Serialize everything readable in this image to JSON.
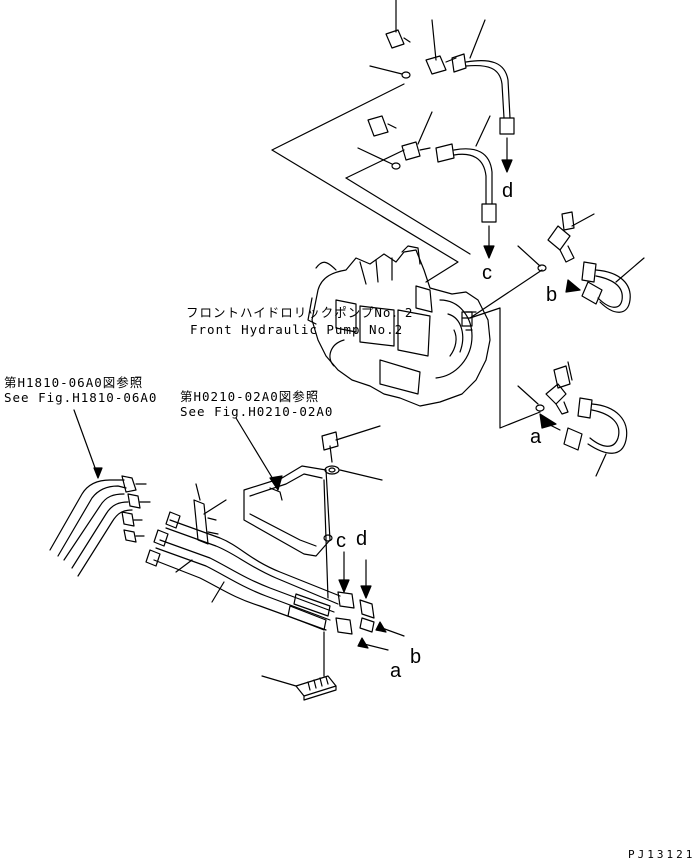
{
  "title_jp": "フロントハイドロリックポンプNo．2",
  "title_en": "Front Hydraulic Pump No.2",
  "ref_left_jp": "第H1810-06A0図参照",
  "ref_left_en": "See Fig.H1810-06A0",
  "ref_mid_jp": "第H0210-02A0図参照",
  "ref_mid_en": "See Fig.H0210-02A0",
  "letters": {
    "a": "a",
    "b": "b",
    "c": "c",
    "d": "d"
  },
  "drawing_code": "PJ13121"
}
